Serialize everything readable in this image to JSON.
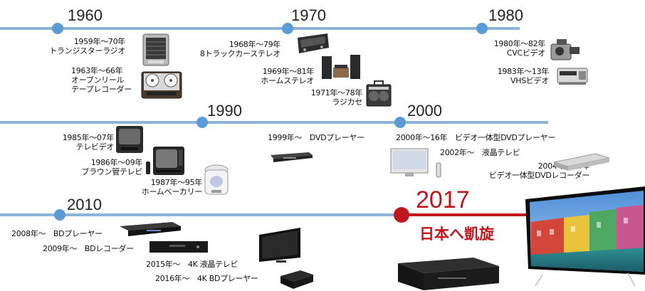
{
  "decades": [
    "1960",
    "1970",
    "1980",
    "1990",
    "2000",
    "2010"
  ],
  "highlight": {
    "year": "2017",
    "caption": "日本へ凱旋"
  },
  "products": {
    "transistor_radio": [
      "1959年～70年",
      "トランジスターラジオ"
    ],
    "reel_recorder": [
      "1963年～66年",
      "オープンリール",
      "テープレコーダー"
    ],
    "track_stereo": [
      "1968年～79年",
      "8トラックカーステレオ"
    ],
    "home_stereo": [
      "1969年～81年",
      "ホームステレオ"
    ],
    "radio_cassette": [
      "1971年～78年",
      "ラジカセ"
    ],
    "cvc_video": [
      "1980年～82年",
      "CVCビデオ"
    ],
    "vhs_video": [
      "1983年～13年",
      "VHSビデオ"
    ],
    "tv_video": [
      "1985年～07年",
      "テレビデオ"
    ],
    "crt_tv": [
      "1986年～09年",
      "ブラウン管テレビ"
    ],
    "home_bakery": [
      "1987年～95年",
      "ホームベーカリー"
    ],
    "dvd_player": [
      "1999年～　DVDプレーヤー"
    ],
    "combo_dvd": [
      "2000年～16年　ビデオ一体型DVDプレーヤー"
    ],
    "lcd_tv": [
      "2002年～　液晶テレビ"
    ],
    "dvd_recorder_combo": [
      "2004年～16年",
      "ビデオ一体型DVDレコーダー"
    ],
    "bd_player": [
      "2008年～　BDプレーヤー"
    ],
    "bd_recorder": [
      "2009年～　BDレコーダー"
    ],
    "lcd_4k": [
      "2015年～　4K 液晶テレビ"
    ],
    "bd_4k": [
      "2016年～　4K BDプレーヤー"
    ]
  },
  "colors": {
    "timeline": "#8cb4da",
    "dot": "#5b9bd5",
    "accent": "#c0161d"
  }
}
